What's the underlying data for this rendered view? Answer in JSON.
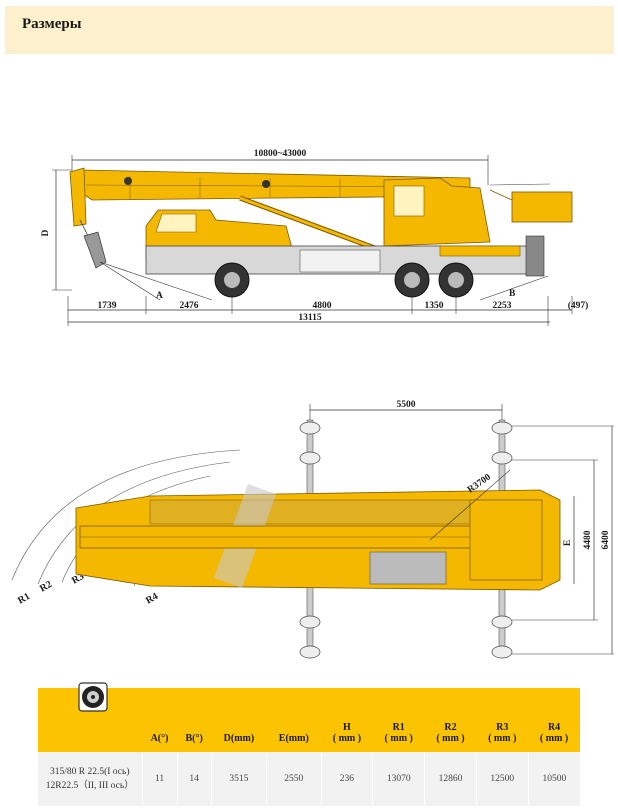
{
  "header": {
    "title": "Размеры"
  },
  "side_view": {
    "boom_length": "10800~43000",
    "height_label": "D",
    "angle_a": "A",
    "angle_b": "B",
    "dims": [
      "1739",
      "2476",
      "4800",
      "1350",
      "2253",
      "(497)"
    ],
    "overall_length": "13115"
  },
  "top_view": {
    "outrigger_span": "5500",
    "tail_radius": "R3700",
    "width_e": "E",
    "width_4480": "4480",
    "width_6400": "6400",
    "radii": [
      "R1",
      "R2",
      "R3",
      "R4"
    ]
  },
  "table": {
    "icon": "tire-icon",
    "headers": [
      "A(°)",
      "B(°)",
      "D(mm)",
      "E(mm)",
      "H\n( mm )",
      "R1\n( mm )",
      "R2\n( mm )",
      "R3\n( mm )",
      "R4\n( mm )"
    ],
    "tyre_label": "315/80 R 22.5(I ось)\n12R22.5（II, III ось）",
    "values": [
      "11",
      "14",
      "3515",
      "2550",
      "236",
      "13070",
      "12860",
      "12500",
      "10500"
    ]
  },
  "colors": {
    "crane_yellow": "#f5b800",
    "header_bg": "#fdf0cc",
    "table_header": "#fcc400"
  }
}
